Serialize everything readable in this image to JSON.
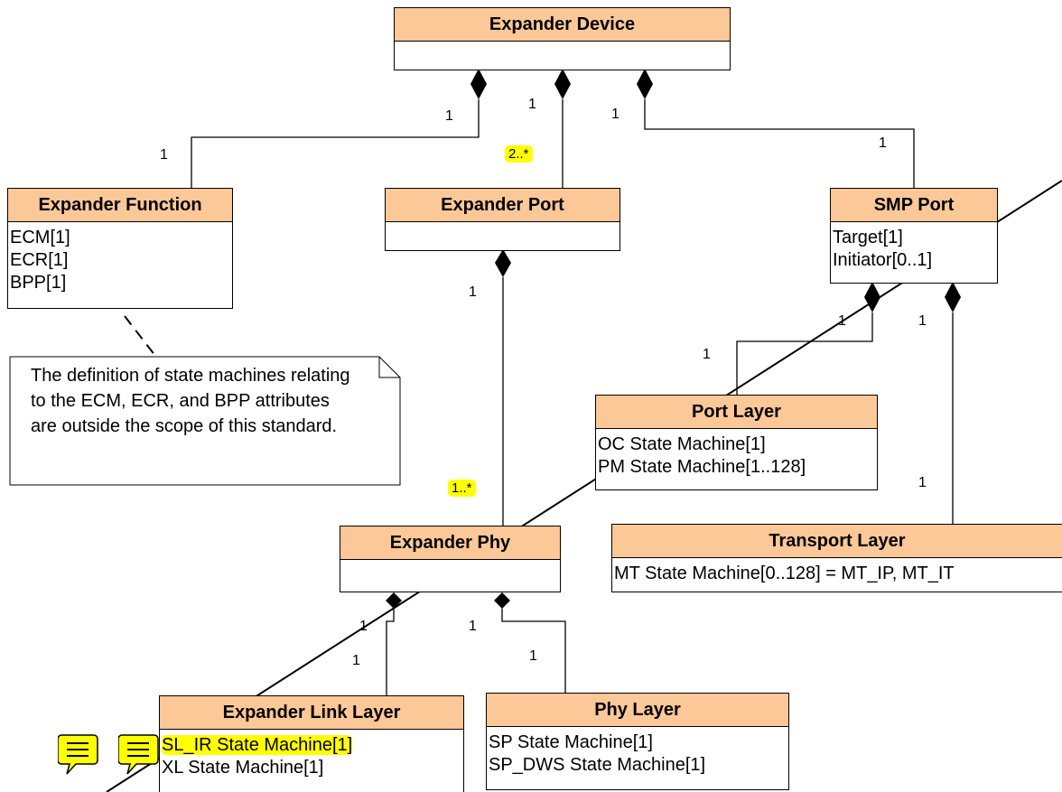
{
  "classes": {
    "expander_device": {
      "title": "Expander Device",
      "attrs": []
    },
    "expander_function": {
      "title": "Expander Function",
      "attrs": [
        "ECM[1]",
        "ECR[1]",
        "BPP[1]"
      ]
    },
    "expander_port": {
      "title": "Expander Port",
      "attrs": []
    },
    "smp_port": {
      "title": "SMP Port",
      "attrs": [
        "Target[1]",
        "Initiator[0..1]"
      ]
    },
    "port_layer": {
      "title": "Port Layer",
      "attrs": [
        "OC State Machine[1]",
        "PM State Machine[1..128]"
      ]
    },
    "transport_layer": {
      "title": "Transport Layer",
      "attrs": [
        "MT State Machine[0..128] = MT_IP, MT_IT"
      ]
    },
    "expander_phy": {
      "title": "Expander Phy",
      "attrs": []
    },
    "expander_link_layer": {
      "title": "Expander Link Layer",
      "attrs": [
        "SL_IR State Machine[1]",
        "XL State Machine[1]"
      ]
    },
    "phy_layer": {
      "title": "Phy Layer",
      "attrs": [
        "SP State Machine[1]",
        "SP_DWS State Machine[1]"
      ]
    }
  },
  "note": "The definition of state machines relating to the ECM, ECR, and BPP attributes are outside the scope of this standard.",
  "labels": {
    "dev_func_top": "1",
    "dev_func_bottom": "1",
    "dev_port_top": "1",
    "dev_port_mult": "2..*",
    "dev_smp_top": "1",
    "dev_smp_bottom": "1",
    "port_phy_top": "1",
    "port_phy_mult": "1..*",
    "smp_portlayer_top": "1",
    "smp_portlayer_bottom": "1",
    "smp_transport_top": "1",
    "smp_transport_bottom": "1",
    "phy_link_top": "1",
    "phy_link_bottom": "1",
    "phy_phylayer_top": "1",
    "phy_phylayer_bottom": "1"
  },
  "colors": {
    "header": "#fcc898",
    "highlight": "#ffff00"
  },
  "icons": [
    "comment-icon",
    "comment-icon"
  ]
}
